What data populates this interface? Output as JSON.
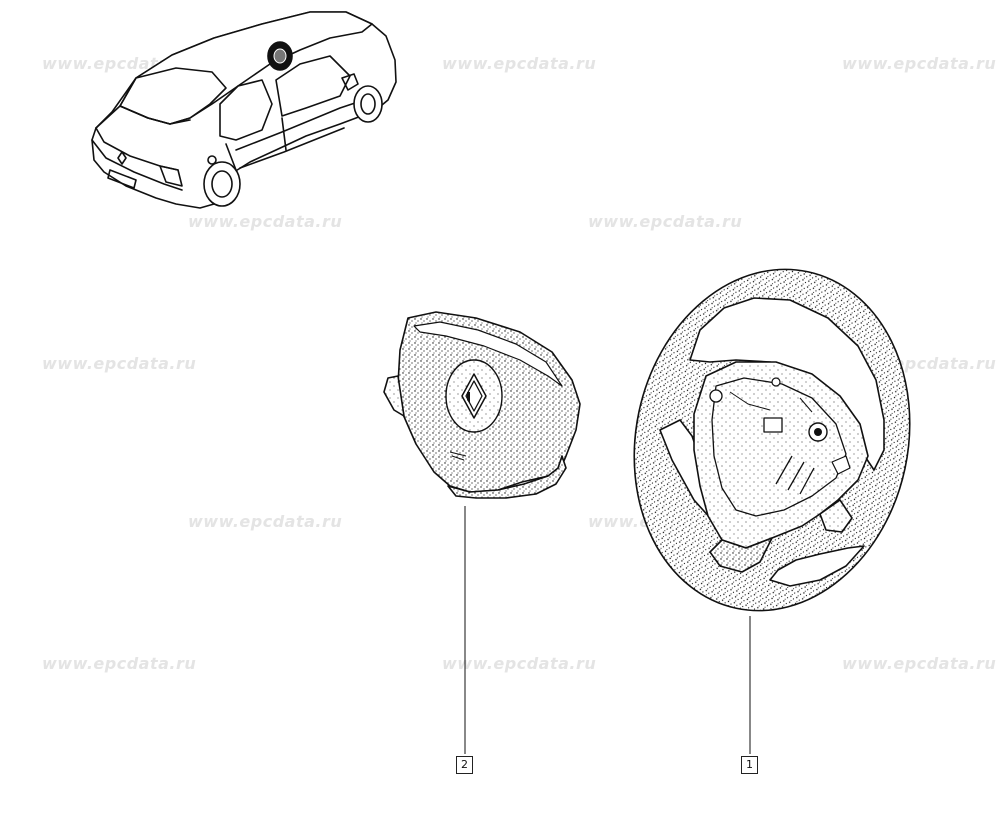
{
  "watermark": {
    "text": "www.epcdata.ru"
  },
  "callouts": [
    {
      "id": "callout-2",
      "label": "2",
      "part": "airbag-cushion"
    },
    {
      "id": "callout-1",
      "label": "1",
      "part": "steering-wheel"
    }
  ],
  "colors": {
    "line": "#111111",
    "watermark": "#e4e4e4",
    "background": "#ffffff"
  }
}
